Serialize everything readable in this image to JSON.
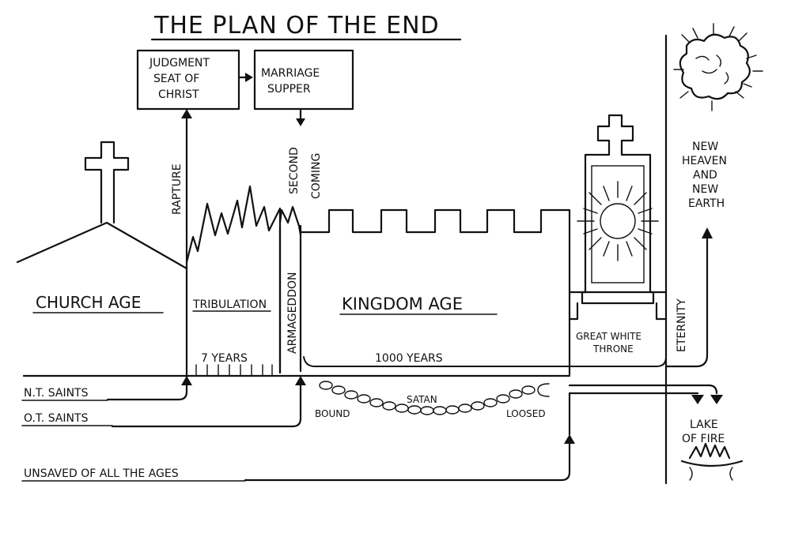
{
  "title": "THE PLAN OF THE END",
  "boxes": {
    "judgment_seat": [
      "JUDGMENT",
      "SEAT OF",
      "CHRIST"
    ],
    "marriage_supper": [
      "MARRIAGE",
      "SUPPER"
    ]
  },
  "vertical_labels": {
    "rapture": "RAPTURE",
    "second": "SECOND",
    "coming": "COMING",
    "armageddon": "ARMAGEDDON",
    "eternity": "ETERNITY"
  },
  "periods": {
    "church_age": "CHURCH AGE",
    "tribulation": "TRIBULATION",
    "kingdom_age": "KINGDOM AGE",
    "great_white_throne": [
      "GREAT WHITE",
      "THRONE"
    ]
  },
  "durations": {
    "seven_years": "7 YEARS",
    "thousand_years": "1000 YEARS"
  },
  "satan": {
    "label": "SATAN",
    "bound": "BOUND",
    "loosed": "LOOSED"
  },
  "groups": {
    "nt_saints": "N.T. SAINTS",
    "ot_saints": "O.T. SAINTS",
    "unsaved": "UNSAVED OF ALL THE AGES"
  },
  "destinations": {
    "new_heaven": [
      "NEW",
      "HEAVEN",
      "AND",
      "NEW",
      "EARTH"
    ],
    "lake_of_fire": [
      "LAKE",
      "OF FIRE"
    ]
  },
  "colors": {
    "ink": "#111111",
    "paper": "#ffffff"
  }
}
